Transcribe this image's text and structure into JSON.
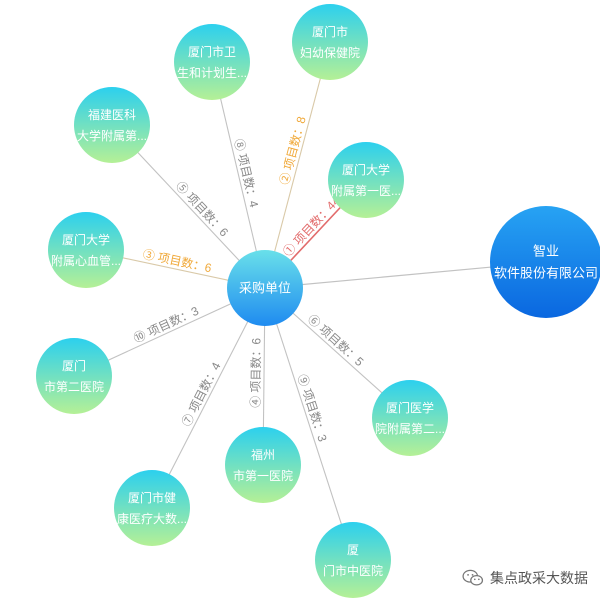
{
  "center": {
    "label": "采购单位",
    "color_a": "#69e0ea",
    "color_b": "#1f8bf0"
  },
  "supplier": {
    "line1": "智业",
    "line2": "软件股份有限公司",
    "color_a": "#27a3f3",
    "color_b": "#0a67e0"
  },
  "node_colors": {
    "from": "#2cd0ee",
    "to": "#b5f096"
  },
  "label_colors": {
    "gray": "#8a8a8a",
    "orange": "#f0a93a",
    "red": "#e26b6b",
    "line": "#c2c2c2"
  },
  "nodes": [
    {
      "id": "xm-fybj",
      "line1": "厦门市",
      "line2": "妇幼保健院",
      "edge_label": "② 项目数：8",
      "label_color": "orange"
    },
    {
      "id": "xm-wsjsw",
      "line1": "厦门市卫",
      "line2": "生和计划生...",
      "edge_label": "⑧ 项目数：4",
      "label_color": "gray"
    },
    {
      "id": "fj-ykdx",
      "line1": "福建医科",
      "line2": "大学附属第...",
      "edge_label": "⑤ 项目数：6",
      "label_color": "gray"
    },
    {
      "id": "xmdx-dy",
      "line1": "厦门大学",
      "line2": "附属第一医...",
      "edge_label": "① 项目数：44",
      "label_color": "red"
    },
    {
      "id": "xmdx-xxg",
      "line1": "厦门大学",
      "line2": "附属心血管...",
      "edge_label": "③ 项目数：6",
      "label_color": "orange"
    },
    {
      "id": "xm-de",
      "line1": "厦门",
      "line2": "市第二医院",
      "edge_label": "⑩ 项目数：3",
      "label_color": "gray"
    },
    {
      "id": "xm-yxy",
      "line1": "厦门医学",
      "line2": "院附属第二...",
      "edge_label": "⑥ 项目数：5",
      "label_color": "gray"
    },
    {
      "id": "xm-jkyl",
      "line1": "厦门市健",
      "line2": "康医疗大数...",
      "edge_label": "⑦ 项目数：4",
      "label_color": "gray"
    },
    {
      "id": "fz-dy",
      "line1": "福州",
      "line2": "市第一医院",
      "edge_label": "④ 项目数：6",
      "label_color": "gray"
    },
    {
      "id": "xm-zyy",
      "line1": "厦",
      "line2": "门市中医院",
      "edge_label": "⑨ 项目数：3",
      "label_color": "gray"
    }
  ],
  "watermark": {
    "text": "集点政采大数据",
    "icon": "wechat-icon"
  }
}
